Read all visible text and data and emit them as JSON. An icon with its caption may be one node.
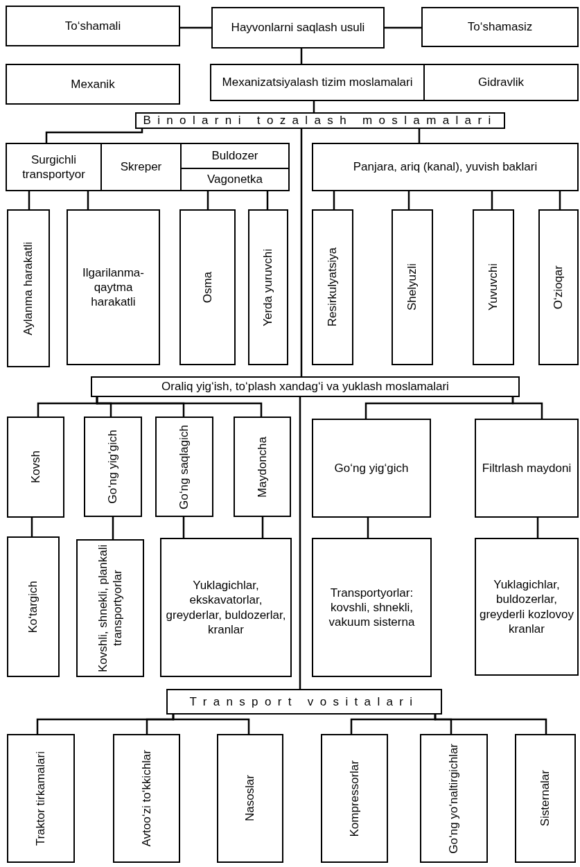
{
  "diagram": {
    "nodes": [
      {
        "text": [
          "To‘shamali"
        ]
      },
      {
        "text": [
          "Hayvonlarni saqlash usuli"
        ]
      },
      {
        "text": [
          "To‘shamasiz"
        ]
      },
      {
        "text": [
          "Mexanik"
        ]
      },
      {
        "text": [
          "Mexanizatsiyalash tizim moslamalari"
        ]
      },
      {
        "text": [
          "Gidravlik"
        ]
      },
      {
        "text": [
          "Binolarni tozalash moslamalari"
        ]
      },
      {
        "text": [
          "Surgichli transportyor"
        ]
      },
      {
        "text": [
          "Skreper"
        ]
      },
      {
        "text": [
          "Buldozer"
        ]
      },
      {
        "text": [
          "Vagonetka"
        ]
      },
      {
        "text": [
          "Panjara, ariq (kanal), yuvish baklari"
        ]
      },
      {
        "text": [
          "Aylanma harakatli"
        ]
      },
      {
        "text": [
          "Ilgarilanma-qaytma harakatli"
        ]
      },
      {
        "text": [
          "Osma"
        ]
      },
      {
        "text": [
          "Yerda yuruvchi"
        ]
      },
      {
        "text": [
          "Resirkulyatsiya"
        ]
      },
      {
        "text": [
          "Shelyuzli"
        ]
      },
      {
        "text": [
          "Yuvuvchi"
        ]
      },
      {
        "text": [
          "O‘zioqar"
        ]
      },
      {
        "text": [
          "Oraliq yig‘ish, to‘plash xandag‘i va yuklash moslamalari"
        ]
      },
      {
        "text": [
          "Kovsh"
        ]
      },
      {
        "text": [
          "Go‘ng yig‘gich"
        ]
      },
      {
        "text": [
          "Go‘ng saqlagich"
        ]
      },
      {
        "text": [
          "Maydoncha"
        ]
      },
      {
        "text": [
          "Go‘ng yig‘gich"
        ]
      },
      {
        "text": [
          "Filtrlash maydoni"
        ]
      },
      {
        "text": [
          "Ko‘targich"
        ]
      },
      {
        "text": [
          "Kovshli, shnekli, plankali transportyorlar"
        ]
      },
      {
        "text": [
          "Yuklagichlar, ekskavatorlar, greyderlar, buldozerlar, kranlar"
        ]
      },
      {
        "text": [
          "Transportyorlar: kovshli, shnekli, vakuum sisterna"
        ]
      },
      {
        "text": [
          "Yuklagichlar, buldozerlar, greyderli kozlovoy kranlar"
        ]
      },
      {
        "text": [
          "Transport vositalari"
        ]
      },
      {
        "text": [
          "Traktor tirkamalari"
        ]
      },
      {
        "text": [
          "Avtoo‘zi to‘kkichlar"
        ]
      },
      {
        "text": [
          "Nasoslar"
        ]
      },
      {
        "text": [
          "Kompressorlar"
        ]
      },
      {
        "text": [
          "Go‘ng yo‘naltirgichlar"
        ]
      },
      {
        "text": [
          "Sisternalar"
        ]
      }
    ],
    "edges": [
      {
        "from": 1,
        "to": 0,
        "arrow": "none"
      },
      {
        "from": 1,
        "to": 2,
        "arrow": "none"
      },
      {
        "from": 1,
        "to": 4,
        "arrow": "none"
      },
      {
        "from": 4,
        "to": 6,
        "arrow": "none"
      },
      {
        "from": 6,
        "to": 7,
        "arrow": "none"
      },
      {
        "from": 6,
        "to": 11,
        "arrow": "none"
      },
      {
        "from": 6,
        "to": 20,
        "arrow": "none"
      },
      {
        "from": 7,
        "to": 12,
        "arrow": "none"
      },
      {
        "from": 7,
        "to": 13,
        "arrow": "none"
      },
      {
        "from": 10,
        "to": 14,
        "arrow": "none"
      },
      {
        "from": 10,
        "to": 15,
        "arrow": "none"
      },
      {
        "from": 11,
        "to": 16,
        "arrow": "none"
      },
      {
        "from": 11,
        "to": 17,
        "arrow": "none"
      },
      {
        "from": 11,
        "to": 18,
        "arrow": "none"
      },
      {
        "from": 11,
        "to": 19,
        "arrow": "none"
      },
      {
        "from": 20,
        "to": 21,
        "arrow": "none"
      },
      {
        "from": 20,
        "to": 22,
        "arrow": "none"
      },
      {
        "from": 20,
        "to": 23,
        "arrow": "none"
      },
      {
        "from": 20,
        "to": 24,
        "arrow": "none"
      },
      {
        "from": 20,
        "to": 25,
        "arrow": "none"
      },
      {
        "from": 20,
        "to": 26,
        "arrow": "none"
      },
      {
        "from": 21,
        "to": 27,
        "arrow": "none"
      },
      {
        "from": 22,
        "to": 28,
        "arrow": "none"
      },
      {
        "from": 23,
        "to": 29,
        "arrow": "none"
      },
      {
        "from": 24,
        "to": 29,
        "arrow": "none"
      },
      {
        "from": 25,
        "to": 30,
        "arrow": "none"
      },
      {
        "from": 26,
        "to": 31,
        "arrow": "none"
      },
      {
        "from": 20,
        "to": 32,
        "arrow": "none"
      },
      {
        "from": 32,
        "to": 33,
        "arrow": "none"
      },
      {
        "from": 32,
        "to": 34,
        "arrow": "none"
      },
      {
        "from": 32,
        "to": 35,
        "arrow": "none"
      },
      {
        "from": 32,
        "to": 36,
        "arrow": "none"
      },
      {
        "from": 32,
        "to": 37,
        "arrow": "none"
      },
      {
        "from": 32,
        "to": 38,
        "arrow": "none"
      }
    ]
  }
}
